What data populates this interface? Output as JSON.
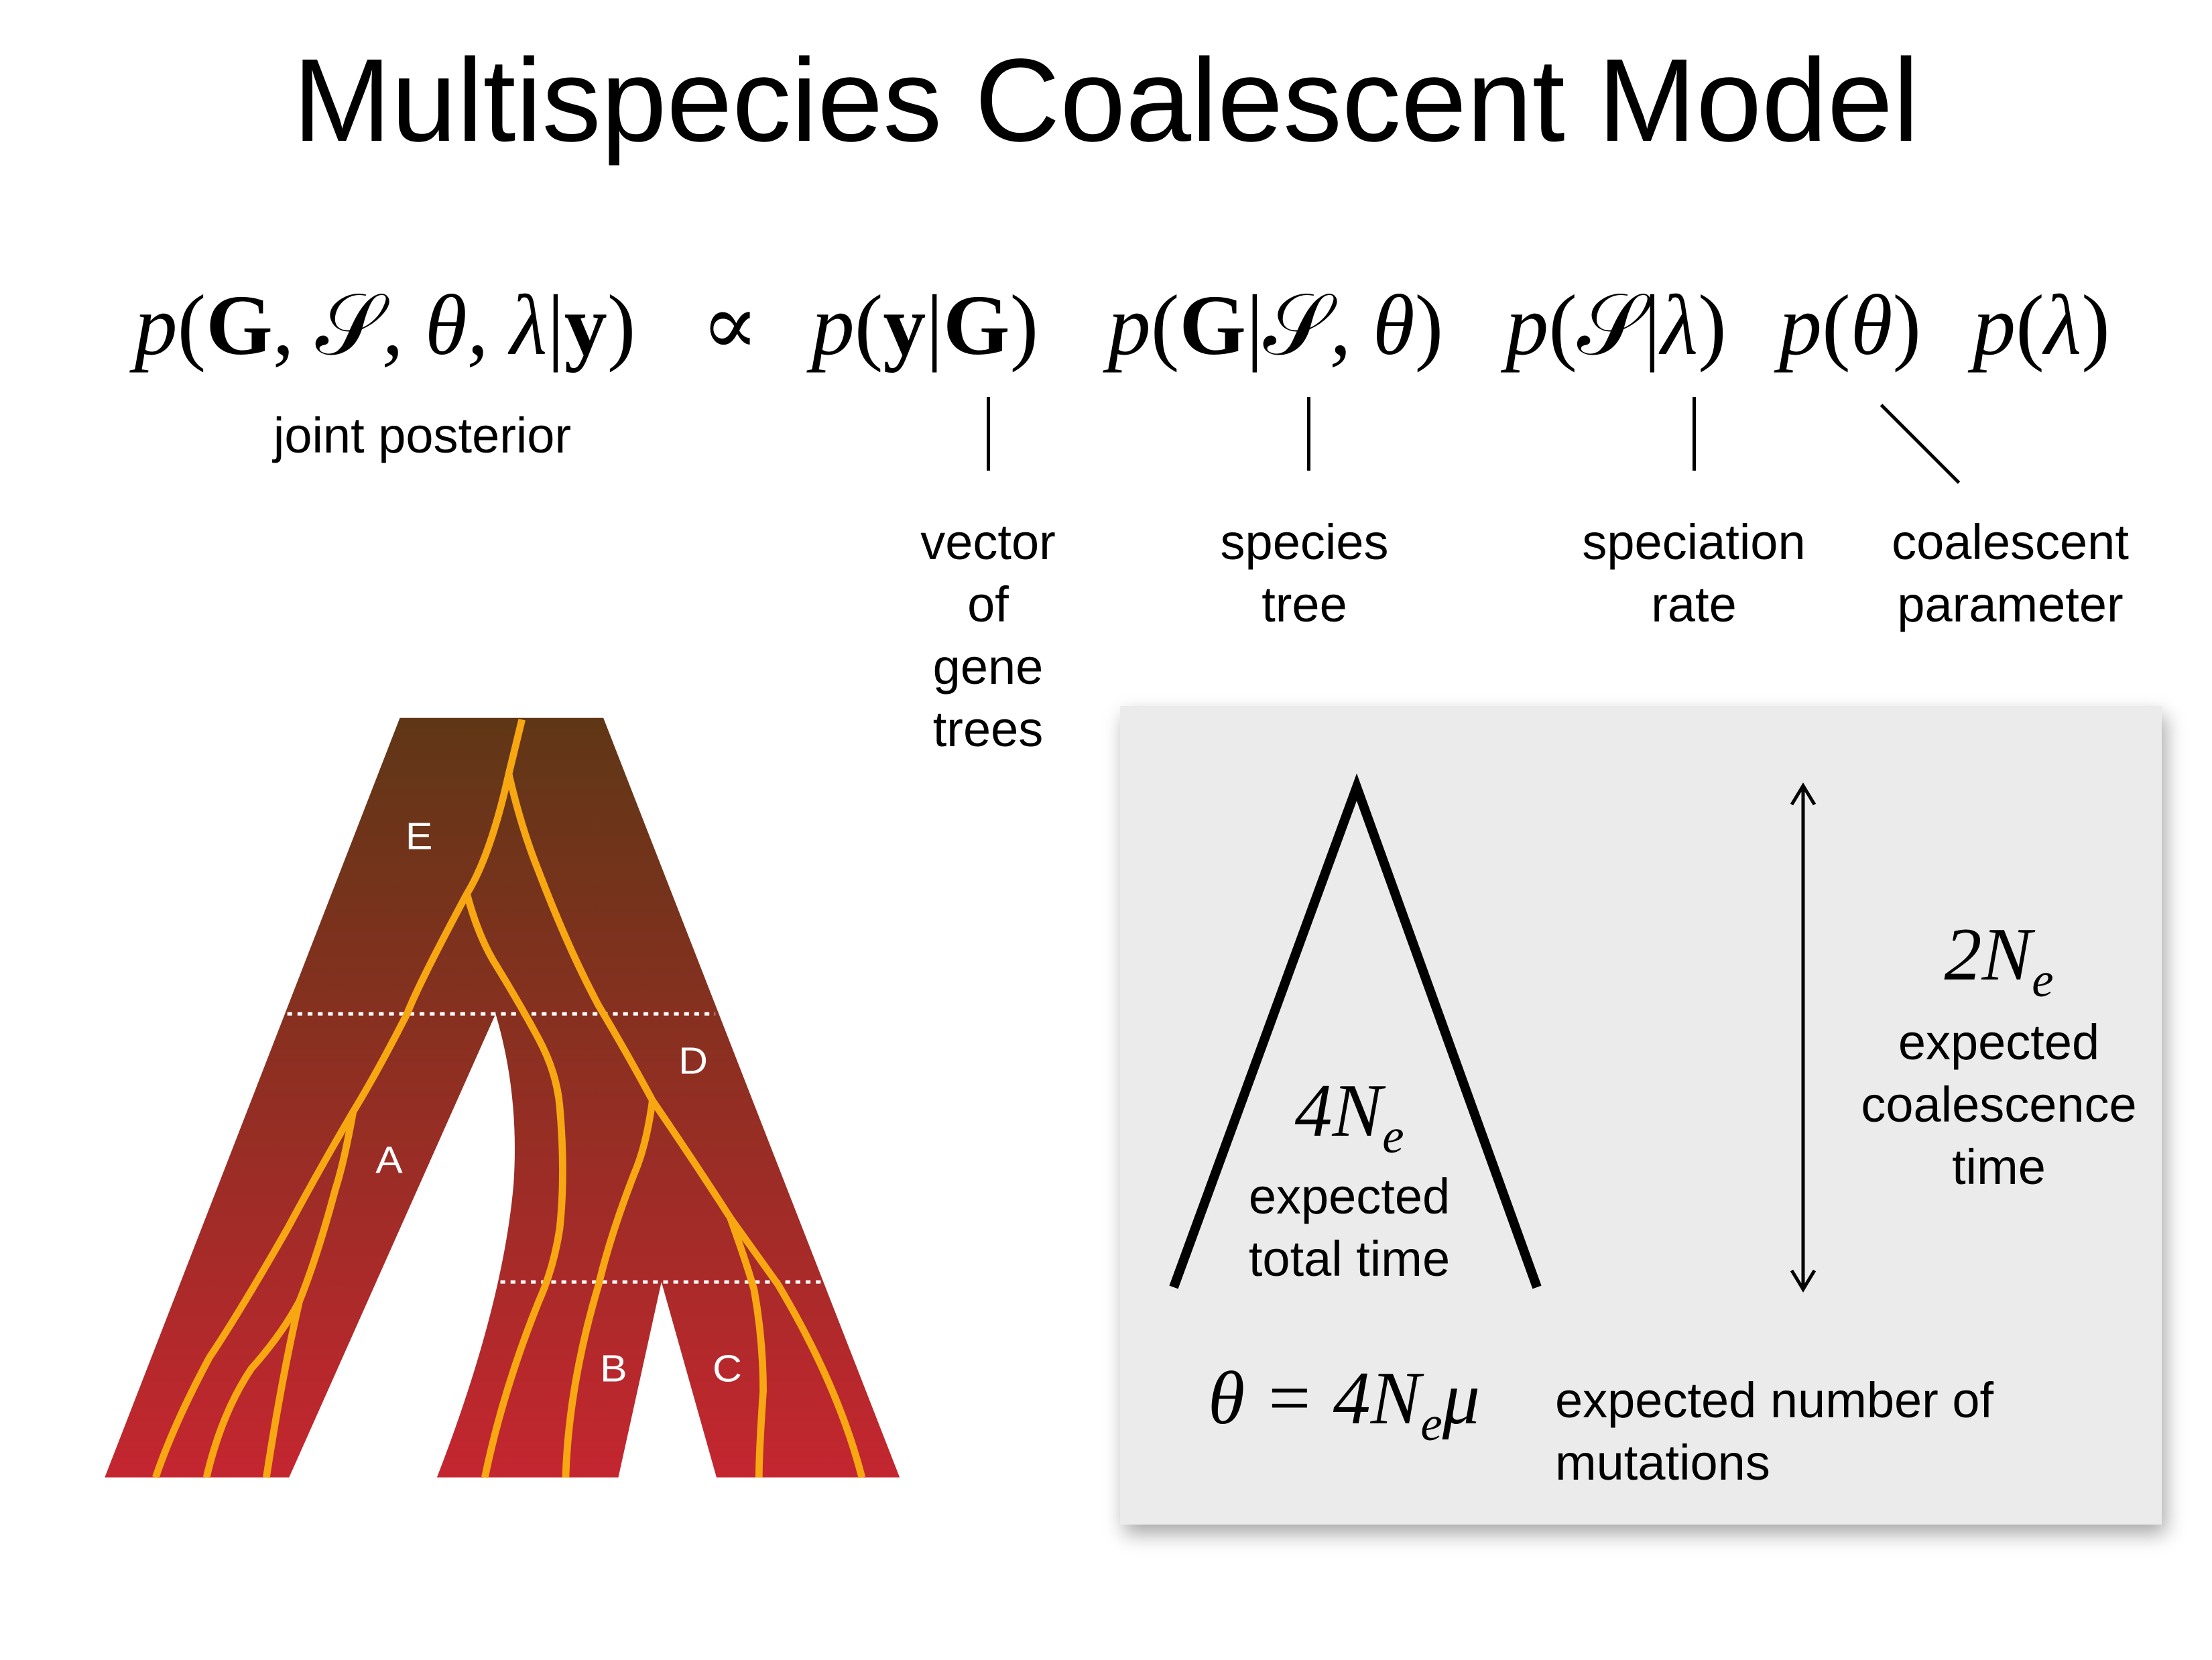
{
  "title": "Multispecies Coalescent Model",
  "equation": {
    "factors": [
      {
        "name": "joint-posterior-term",
        "tokens": [
          {
            "t": "p",
            "s": "i"
          },
          {
            "t": "(",
            "s": "r"
          },
          {
            "t": "G",
            "s": "b"
          },
          {
            "t": ", ",
            "s": "r"
          },
          {
            "t": "𝒮",
            "s": "r"
          },
          {
            "t": ", θ, λ",
            "s": "i"
          },
          {
            "t": "|",
            "s": "r"
          },
          {
            "t": "y",
            "s": "b"
          },
          {
            "t": ")",
            "s": "r"
          }
        ]
      },
      {
        "name": "proportional-symbol",
        "tokens": [
          {
            "t": "∝",
            "s": "r"
          }
        ]
      },
      {
        "name": "likelihood-term",
        "tokens": [
          {
            "t": "p",
            "s": "i"
          },
          {
            "t": "(",
            "s": "r"
          },
          {
            "t": "y",
            "s": "b"
          },
          {
            "t": "|",
            "s": "r"
          },
          {
            "t": "G",
            "s": "b"
          },
          {
            "t": ")",
            "s": "r"
          }
        ]
      },
      {
        "name": "gene-tree-prior-term",
        "tokens": [
          {
            "t": "p",
            "s": "i"
          },
          {
            "t": "(",
            "s": "r"
          },
          {
            "t": "G",
            "s": "b"
          },
          {
            "t": "|",
            "s": "r"
          },
          {
            "t": "𝒮",
            "s": "r"
          },
          {
            "t": ", θ",
            "s": "i"
          },
          {
            "t": ")",
            "s": "r"
          }
        ]
      },
      {
        "name": "species-tree-prior-term",
        "tokens": [
          {
            "t": "p",
            "s": "i"
          },
          {
            "t": "(",
            "s": "r"
          },
          {
            "t": "𝒮",
            "s": "r"
          },
          {
            "t": "|",
            "s": "r"
          },
          {
            "t": "λ",
            "s": "i"
          },
          {
            "t": ")",
            "s": "r"
          }
        ]
      },
      {
        "name": "theta-prior-term",
        "tokens": [
          {
            "t": "p",
            "s": "i"
          },
          {
            "t": "(",
            "s": "r"
          },
          {
            "t": "θ",
            "s": "i"
          },
          {
            "t": ")",
            "s": "r"
          }
        ]
      },
      {
        "name": "lambda-prior-term",
        "tokens": [
          {
            "t": "p",
            "s": "i"
          },
          {
            "t": "(",
            "s": "r"
          },
          {
            "t": "λ",
            "s": "i"
          },
          {
            "t": ")",
            "s": "r"
          }
        ]
      }
    ]
  },
  "labels": {
    "joint_posterior": "joint posterior",
    "gene_trees": [
      "vector",
      "of",
      "gene",
      "trees"
    ],
    "species_tree": [
      "species",
      "tree"
    ],
    "speciation_rate": [
      "speciation",
      "rate"
    ],
    "coalescent_parameter": [
      "coalescent",
      "parameter"
    ]
  },
  "tree": {
    "populations": [
      "E",
      "A",
      "D",
      "B",
      "C"
    ],
    "colors": {
      "top": "#5f3716",
      "bottom": "#c42630",
      "gene_lines": "#f7a712",
      "divider": "#ffffff"
    }
  },
  "box": {
    "total_time_math": {
      "base": "4N",
      "sub": "e"
    },
    "total_time_label": [
      "expected",
      "total time"
    ],
    "coalescence_math": {
      "base": "2N",
      "sub": "e"
    },
    "coalescence_label": [
      "expected",
      "coalescence",
      "time"
    ],
    "theta_math": {
      "pre": "θ = 4N",
      "sub": "e",
      "post": "μ"
    },
    "theta_label": [
      "expected number of",
      "mutations"
    ],
    "background": "#ebebeb"
  }
}
